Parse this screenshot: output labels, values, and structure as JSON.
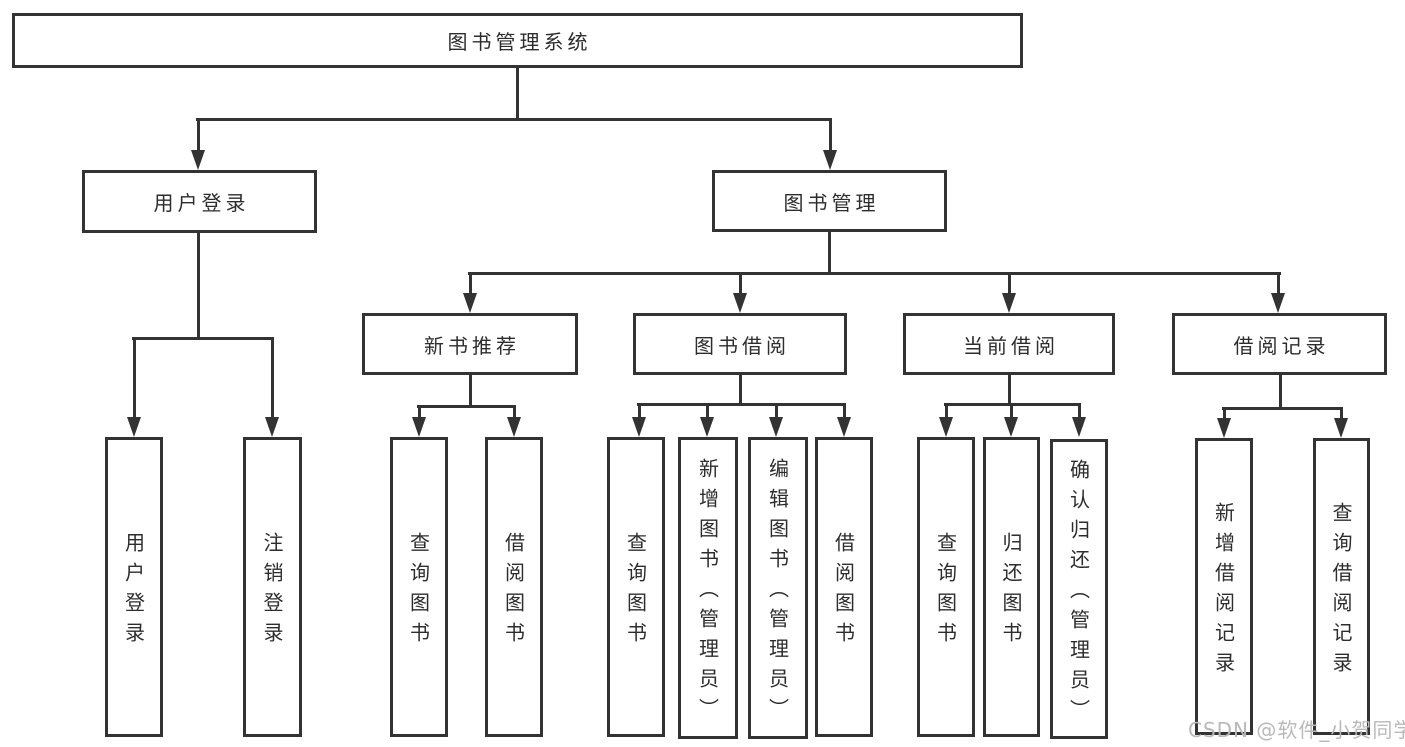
{
  "tree": {
    "root": {
      "label": "图书管理系统",
      "children": [
        {
          "label": "用户登录",
          "children": [
            {
              "label": "用户登录"
            },
            {
              "label": "注销登录"
            }
          ]
        },
        {
          "label": "图书管理",
          "children": [
            {
              "label": "新书推荐",
              "children": [
                {
                  "label": "查询图书"
                },
                {
                  "label": "借阅图书"
                }
              ]
            },
            {
              "label": "图书借阅",
              "children": [
                {
                  "label": "查询图书"
                },
                {
                  "label": "新增图书（管理员）"
                },
                {
                  "label": "编辑图书（管理员）"
                },
                {
                  "label": "借阅图书"
                }
              ]
            },
            {
              "label": "当前借阅",
              "children": [
                {
                  "label": "查询图书"
                },
                {
                  "label": "归还图书"
                },
                {
                  "label": "确认归还（管理员）"
                }
              ]
            },
            {
              "label": "借阅记录",
              "children": [
                {
                  "label": "新增借阅记录"
                },
                {
                  "label": "查询借阅记录"
                }
              ]
            }
          ]
        }
      ]
    }
  },
  "watermark": "CSDN @软件_小贺同学",
  "colors": {
    "line": "#333333",
    "box_background": "#ffffff",
    "text": "#2d2d2d",
    "watermark": "#b9b9b9"
  }
}
